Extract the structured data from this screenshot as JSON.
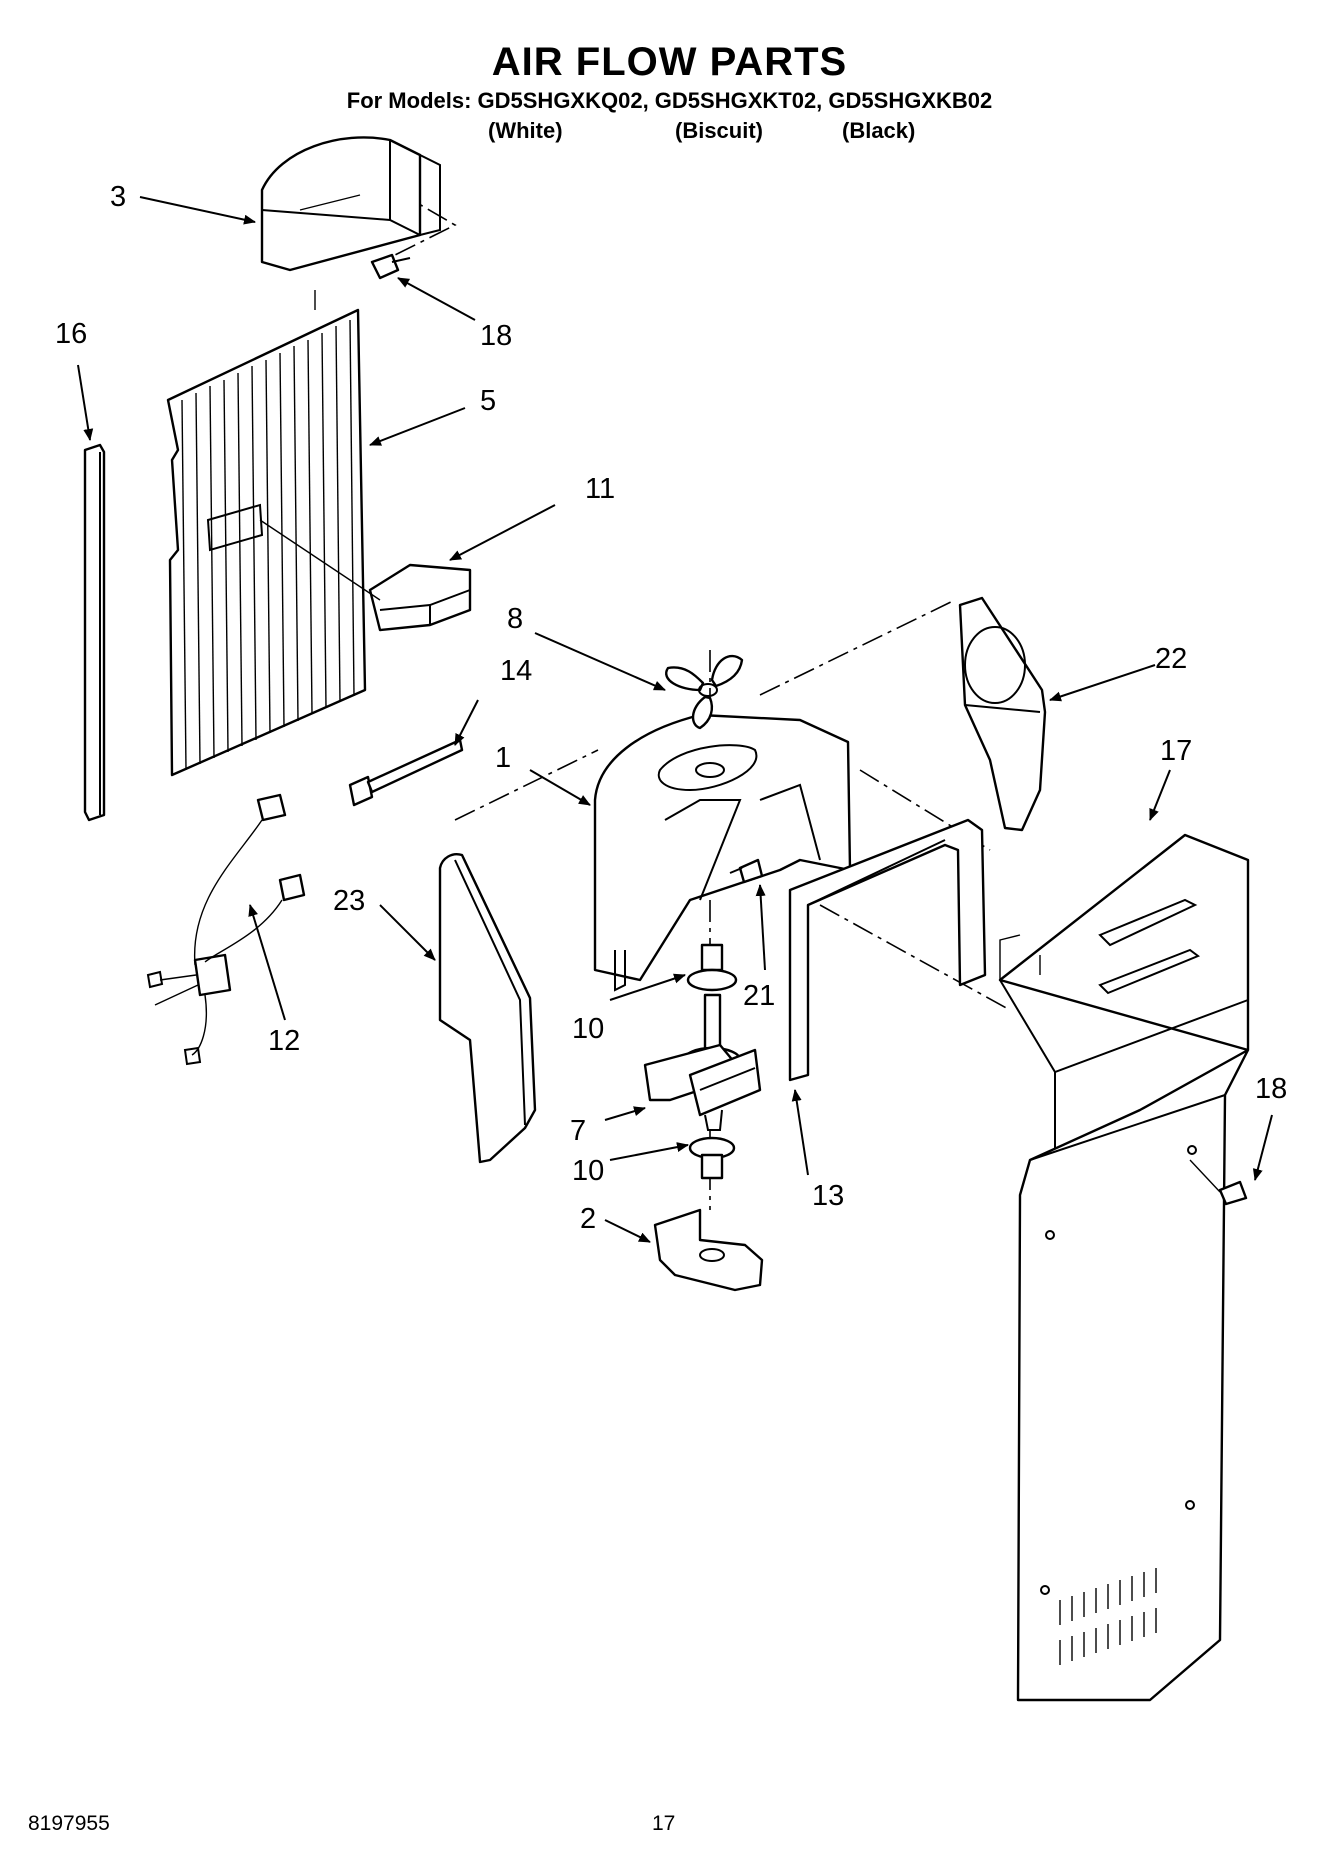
{
  "header": {
    "title": "AIR FLOW PARTS",
    "models": "For Models: GD5SHGXKQ02, GD5SHGXKT02, GD5SHGXKB02",
    "colors": [
      "(White)",
      "(Biscuit)",
      "(Black)"
    ]
  },
  "callouts": {
    "p1": "1",
    "p2": "2",
    "p3": "3",
    "p5": "5",
    "p7": "7",
    "p8": "8",
    "p10a": "10",
    "p10b": "10",
    "p11": "11",
    "p12": "12",
    "p13": "13",
    "p14": "14",
    "p16": "16",
    "p17": "17",
    "p18a": "18",
    "p18b": "18",
    "p21": "21",
    "p22": "22",
    "p23": "23"
  },
  "footer": {
    "doc_number": "8197955",
    "page_number": "17"
  }
}
